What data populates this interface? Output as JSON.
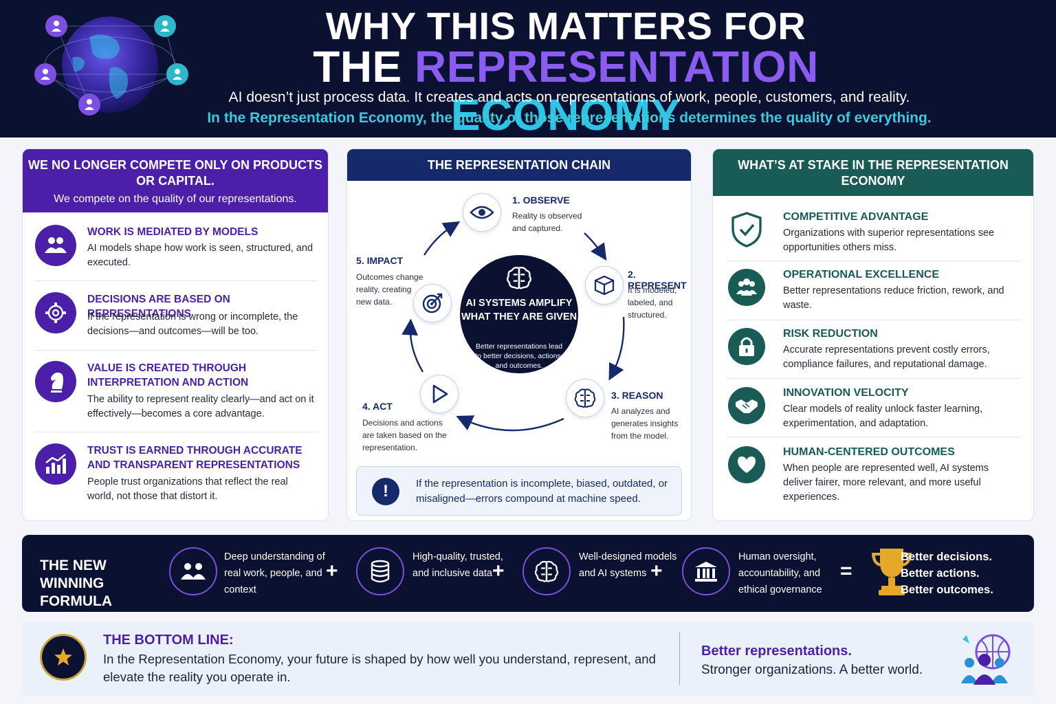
{
  "header": {
    "title_line1": "WHY THIS MATTERS FOR",
    "title_line2_w1": "THE",
    "title_line2_w2": "REPRESENTATION",
    "title_line2_w3": "ECONOMY",
    "subtitle1": "AI doesn’t just process data. It creates and acts on representations of work, people, customers, and reality.",
    "subtitle2": "In the Representation Economy, the quality of those representations determines the quality of everything."
  },
  "left_panel": {
    "title": "WE NO LONGER COMPETE ONLY ON PRODUCTS OR CAPITAL.",
    "subtitle": "We compete on the quality of our representations.",
    "items": [
      {
        "icon": "people-icon",
        "title": "WORK IS MEDIATED BY MODELS",
        "desc": "AI models shape how work is seen, structured, and executed."
      },
      {
        "icon": "gear-target-icon",
        "title": "DECISIONS ARE BASED ON REPRESENTATIONS",
        "desc": "If the representation is wrong or incomplete, the decisions—and outcomes—will be too."
      },
      {
        "icon": "chess-knight-icon",
        "title": "VALUE IS CREATED THROUGH INTERPRETATION AND ACTION",
        "desc": "The ability to represent reality clearly—and act on it effectively—becomes a core advantage."
      },
      {
        "icon": "bar-chart-icon",
        "title": "TRUST IS EARNED THROUGH ACCURATE AND TRANSPARENT REPRESENTATIONS",
        "desc": "People trust organizations that reflect the real world, not those that distort it."
      }
    ]
  },
  "mid_panel": {
    "title": "THE REPRESENTATION CHAIN",
    "steps": [
      {
        "icon": "eye-icon",
        "title": "1. OBSERVE",
        "desc": "Reality is observed and captured."
      },
      {
        "icon": "cube-icon",
        "title": "2. REPRESENT",
        "desc": "It is modeled, labeled, and structured."
      },
      {
        "icon": "brain-icon",
        "title": "3. REASON",
        "desc": "AI analyzes and generates insights from the model."
      },
      {
        "icon": "play-icon",
        "title": "4. ACT",
        "desc": "Decisions and actions are taken based on the representation."
      },
      {
        "icon": "target-icon",
        "title": "5. IMPACT",
        "desc": "Outcomes change reality, creating new data."
      }
    ],
    "core_title": "AI SYSTEMS AMPLIFY WHAT THEY ARE GIVEN",
    "core_desc": "Better representations lead to better decisions, actions, and outcomes.",
    "warning": "If the representation is incomplete, biased, outdated, or misaligned—errors compound at machine speed."
  },
  "right_panel": {
    "title": "WHAT’S AT STAKE IN THE REPRESENTATION ECONOMY",
    "items": [
      {
        "icon": "shield-check-icon",
        "title": "COMPETITIVE ADVANTAGE",
        "desc": "Organizations with superior representations see opportunities others miss."
      },
      {
        "icon": "team-icon",
        "title": "OPERATIONAL EXCELLENCE",
        "desc": "Better representations reduce friction, rework, and waste."
      },
      {
        "icon": "lock-icon",
        "title": "RISK REDUCTION",
        "desc": "Accurate representations prevent costly errors, compliance failures, and reputational damage."
      },
      {
        "icon": "handshake-icon",
        "title": "INNOVATION VELOCITY",
        "desc": "Clear models of reality unlock faster learning, experimentation, and adaptation."
      },
      {
        "icon": "heart-icon",
        "title": "HUMAN-CENTERED OUTCOMES",
        "desc": "When people are represented well, AI systems deliver fairer, more relevant, and more useful experiences."
      }
    ]
  },
  "formula": {
    "title": "THE NEW WINNING FORMULA",
    "terms": [
      {
        "icon": "people-icon",
        "text": "Deep understanding of real work, people, and context"
      },
      {
        "icon": "database-icon",
        "text": "High-quality, trusted, and inclusive data"
      },
      {
        "icon": "brain-icon",
        "text": "Well-designed models and AI systems"
      },
      {
        "icon": "institution-icon",
        "text": "Human oversight, accountability, and ethical governance"
      }
    ],
    "plus": "+",
    "equals": "=",
    "result_line1": "Better decisions.",
    "result_line2": "Better actions.",
    "result_line3": "Better outcomes."
  },
  "bottom": {
    "title": "THE BOTTOM LINE:",
    "text": "In the Representation Economy, your future is shaped by how well you understand, represent, and elevate the reality you operate in.",
    "right_line1": "Better representations.",
    "right_line2": "Stronger organizations.  A better world."
  },
  "colors": {
    "navy": "#0b1130",
    "purple": "#4b1fa8",
    "teal": "#185c55",
    "chain_navy": "#15296b",
    "cyan": "#2ec4e6",
    "gold": "#e5a92a"
  }
}
